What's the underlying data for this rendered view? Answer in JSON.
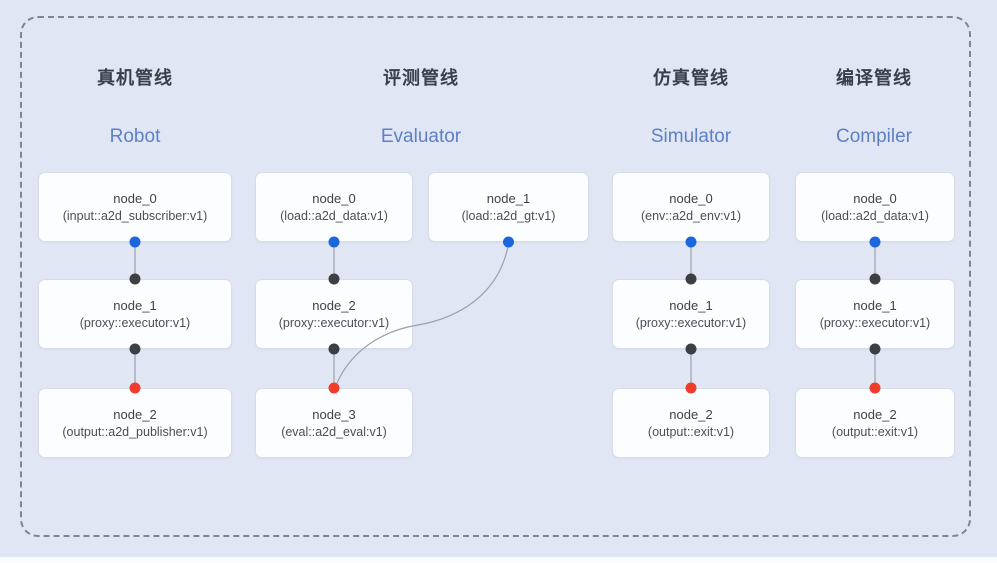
{
  "colors": {
    "background": "#e0e6f4",
    "port_blue": "#1b66dd",
    "port_dark": "#3d4043",
    "port_red": "#f23c2b",
    "edge": "#9aa1ad",
    "header_en": "#5d80c6"
  },
  "pipelines": [
    {
      "title_zh": "真机管线",
      "title_en": "Robot",
      "nodes": [
        {
          "label": "node_0",
          "type": "(input::a2d_subscriber:v1)"
        },
        {
          "label": "node_1",
          "type": "(proxy::executor:v1)"
        },
        {
          "label": "node_2",
          "type": "(output::a2d_publisher:v1)"
        }
      ]
    },
    {
      "title_zh": "评测管线",
      "title_en": "Evaluator",
      "nodes": [
        {
          "label": "node_0",
          "type": "(load::a2d_data:v1)"
        },
        {
          "label": "node_1",
          "type": "(load::a2d_gt:v1)"
        },
        {
          "label": "node_2",
          "type": "(proxy::executor:v1)"
        },
        {
          "label": "node_3",
          "type": "(eval::a2d_eval:v1)"
        }
      ]
    },
    {
      "title_zh": "仿真管线",
      "title_en": "Simulator",
      "nodes": [
        {
          "label": "node_0",
          "type": "(env::a2d_env:v1)"
        },
        {
          "label": "node_1",
          "type": "(proxy::executor:v1)"
        },
        {
          "label": "node_2",
          "type": "(output::exit:v1)"
        }
      ]
    },
    {
      "title_zh": "编译管线",
      "title_en": "Compiler",
      "nodes": [
        {
          "label": "node_0",
          "type": "(load::a2d_data:v1)"
        },
        {
          "label": "node_1",
          "type": "(proxy::executor:v1)"
        },
        {
          "label": "node_2",
          "type": "(output::exit:v1)"
        }
      ]
    }
  ]
}
